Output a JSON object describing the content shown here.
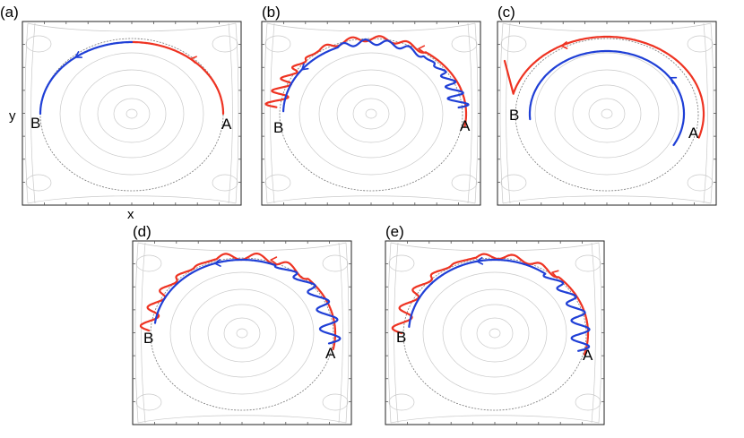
{
  "colors": {
    "red": "#ee3322",
    "blue": "#1f3fd6"
  },
  "axes": {
    "x_label": "x",
    "y_label": "y"
  },
  "panels": [
    {
      "id": "a",
      "label": "(a)",
      "start_label": "A",
      "end_label": "B"
    },
    {
      "id": "b",
      "label": "(b)",
      "start_label": "A",
      "end_label": "B"
    },
    {
      "id": "c",
      "label": "(c)",
      "start_label": "A",
      "end_label": "B"
    },
    {
      "id": "d",
      "label": "(d)",
      "start_label": "A",
      "end_label": "B"
    },
    {
      "id": "e",
      "label": "(e)",
      "start_label": "A",
      "end_label": "B"
    }
  ]
}
